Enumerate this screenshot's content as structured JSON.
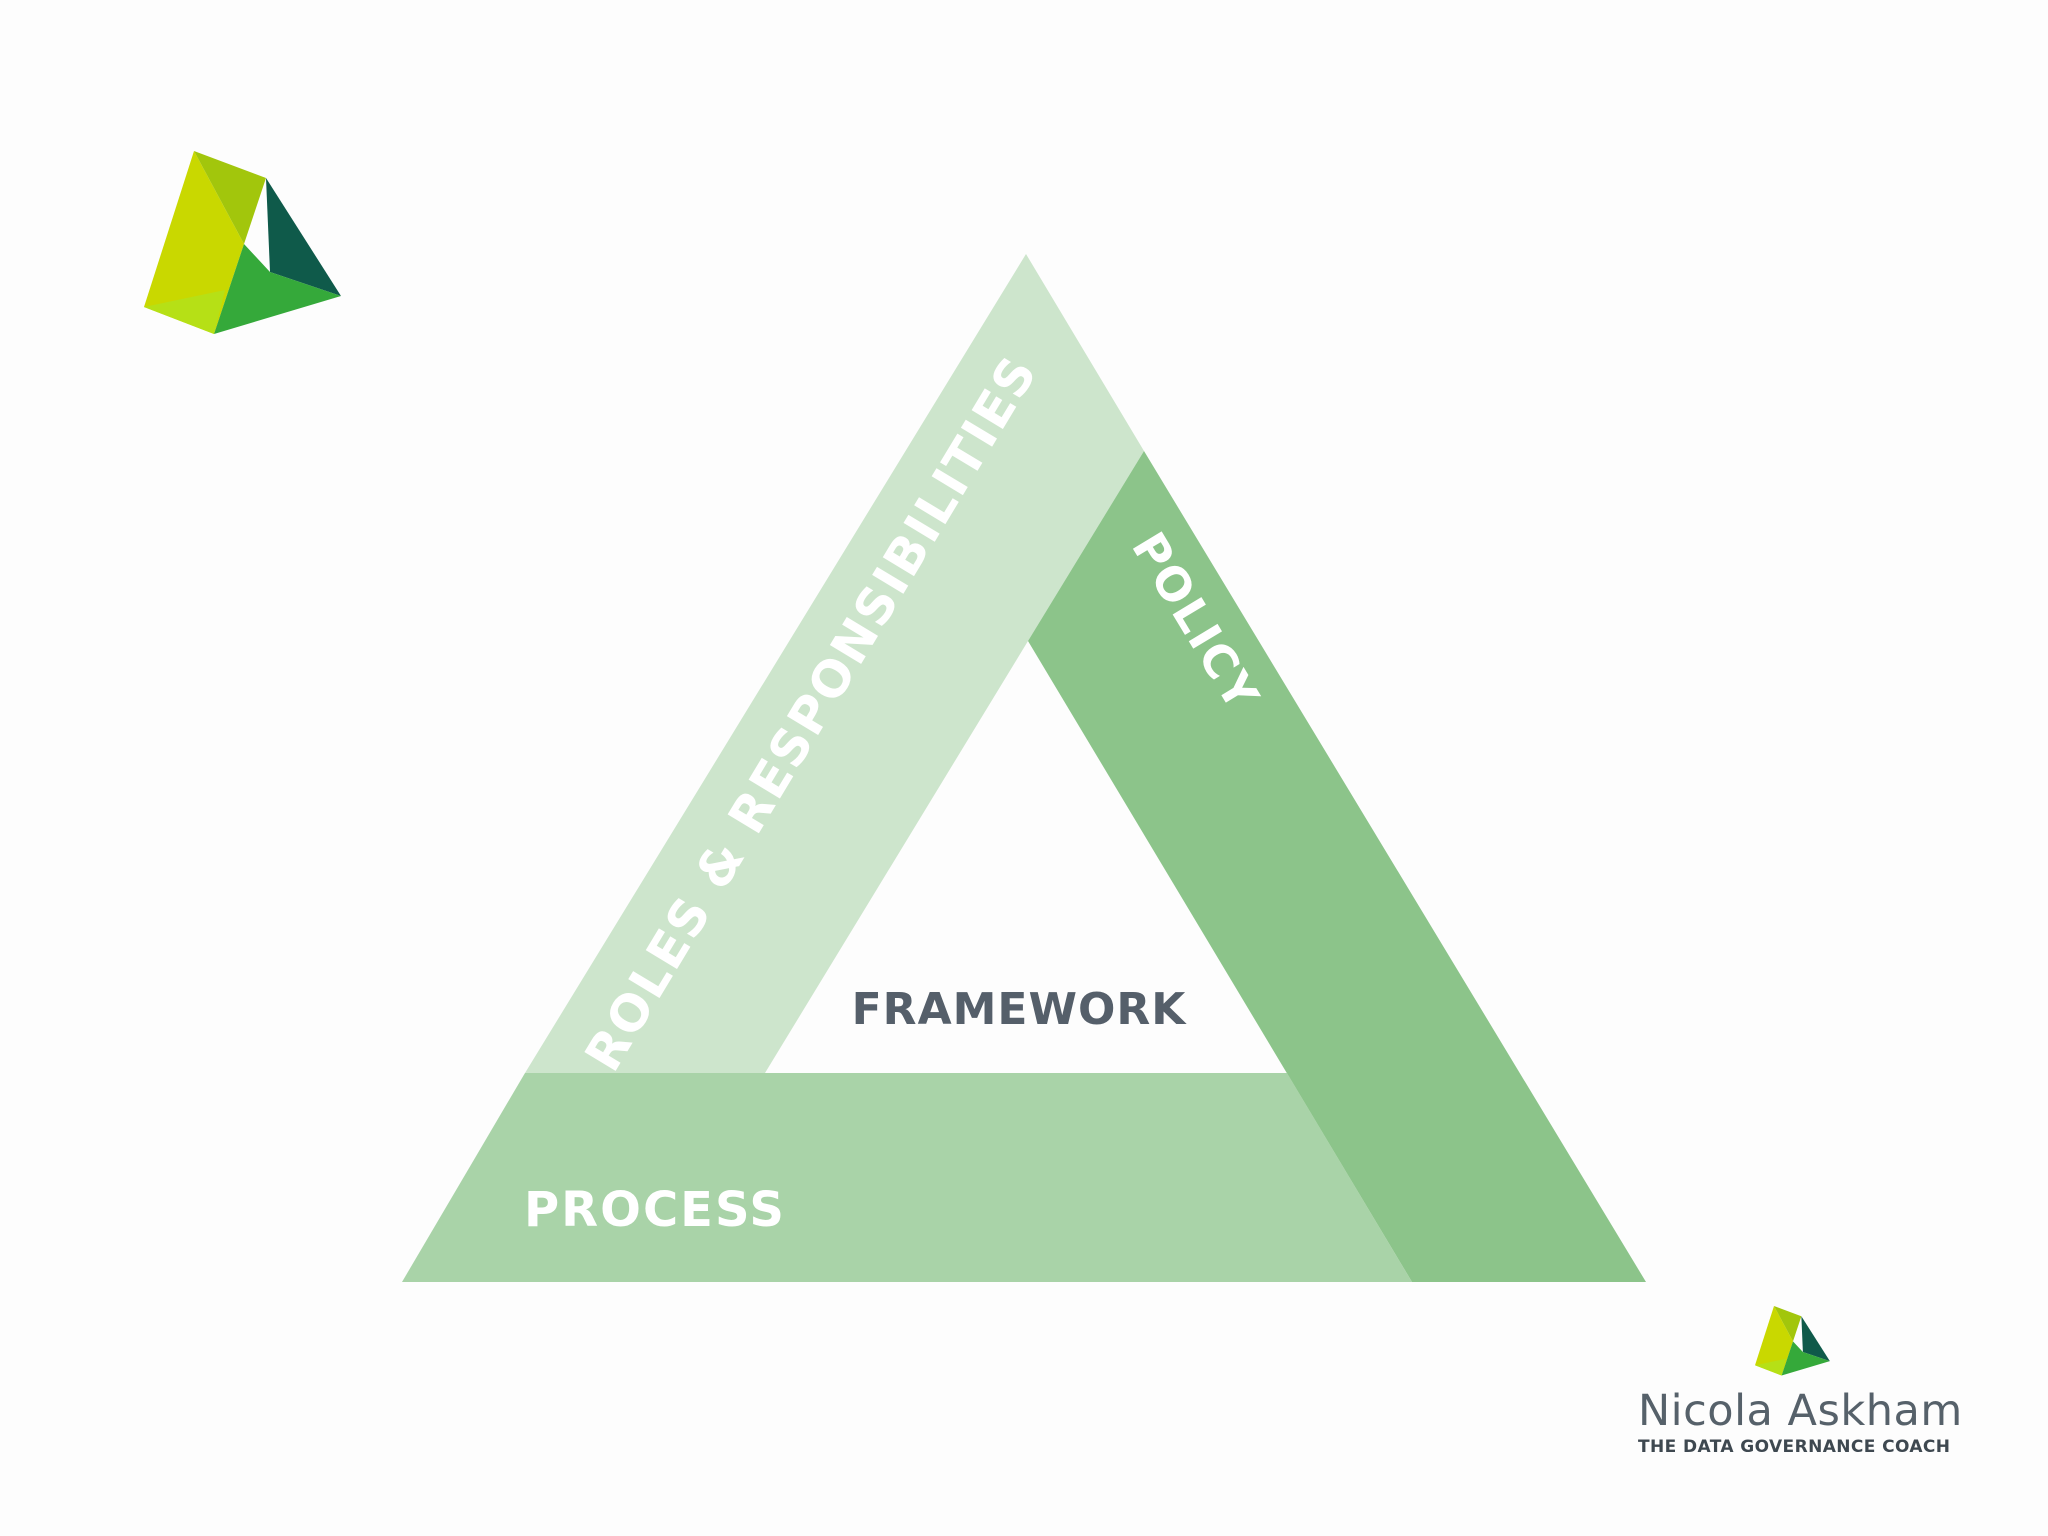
{
  "diagram": {
    "sides": [
      {
        "id": "roles",
        "label": "ROLES & RESPONSIBILITIES",
        "color": "#cde5cc"
      },
      {
        "id": "policy",
        "label": "POLICY",
        "color": "#8cc48a"
      },
      {
        "id": "process",
        "label": "PROCESS",
        "color": "#a9d3a8"
      }
    ],
    "center_label": "FRAMEWORK",
    "center_color": "#555f6a"
  },
  "logo": {
    "icon": "triangle-logo-icon",
    "colors": [
      "#c9d800",
      "#a2c60c",
      "#0f5a4a",
      "#35a93a",
      "#b6e016"
    ]
  },
  "brand": {
    "name": "Nicola Askham",
    "tagline": "THE DATA GOVERNANCE COACH"
  }
}
